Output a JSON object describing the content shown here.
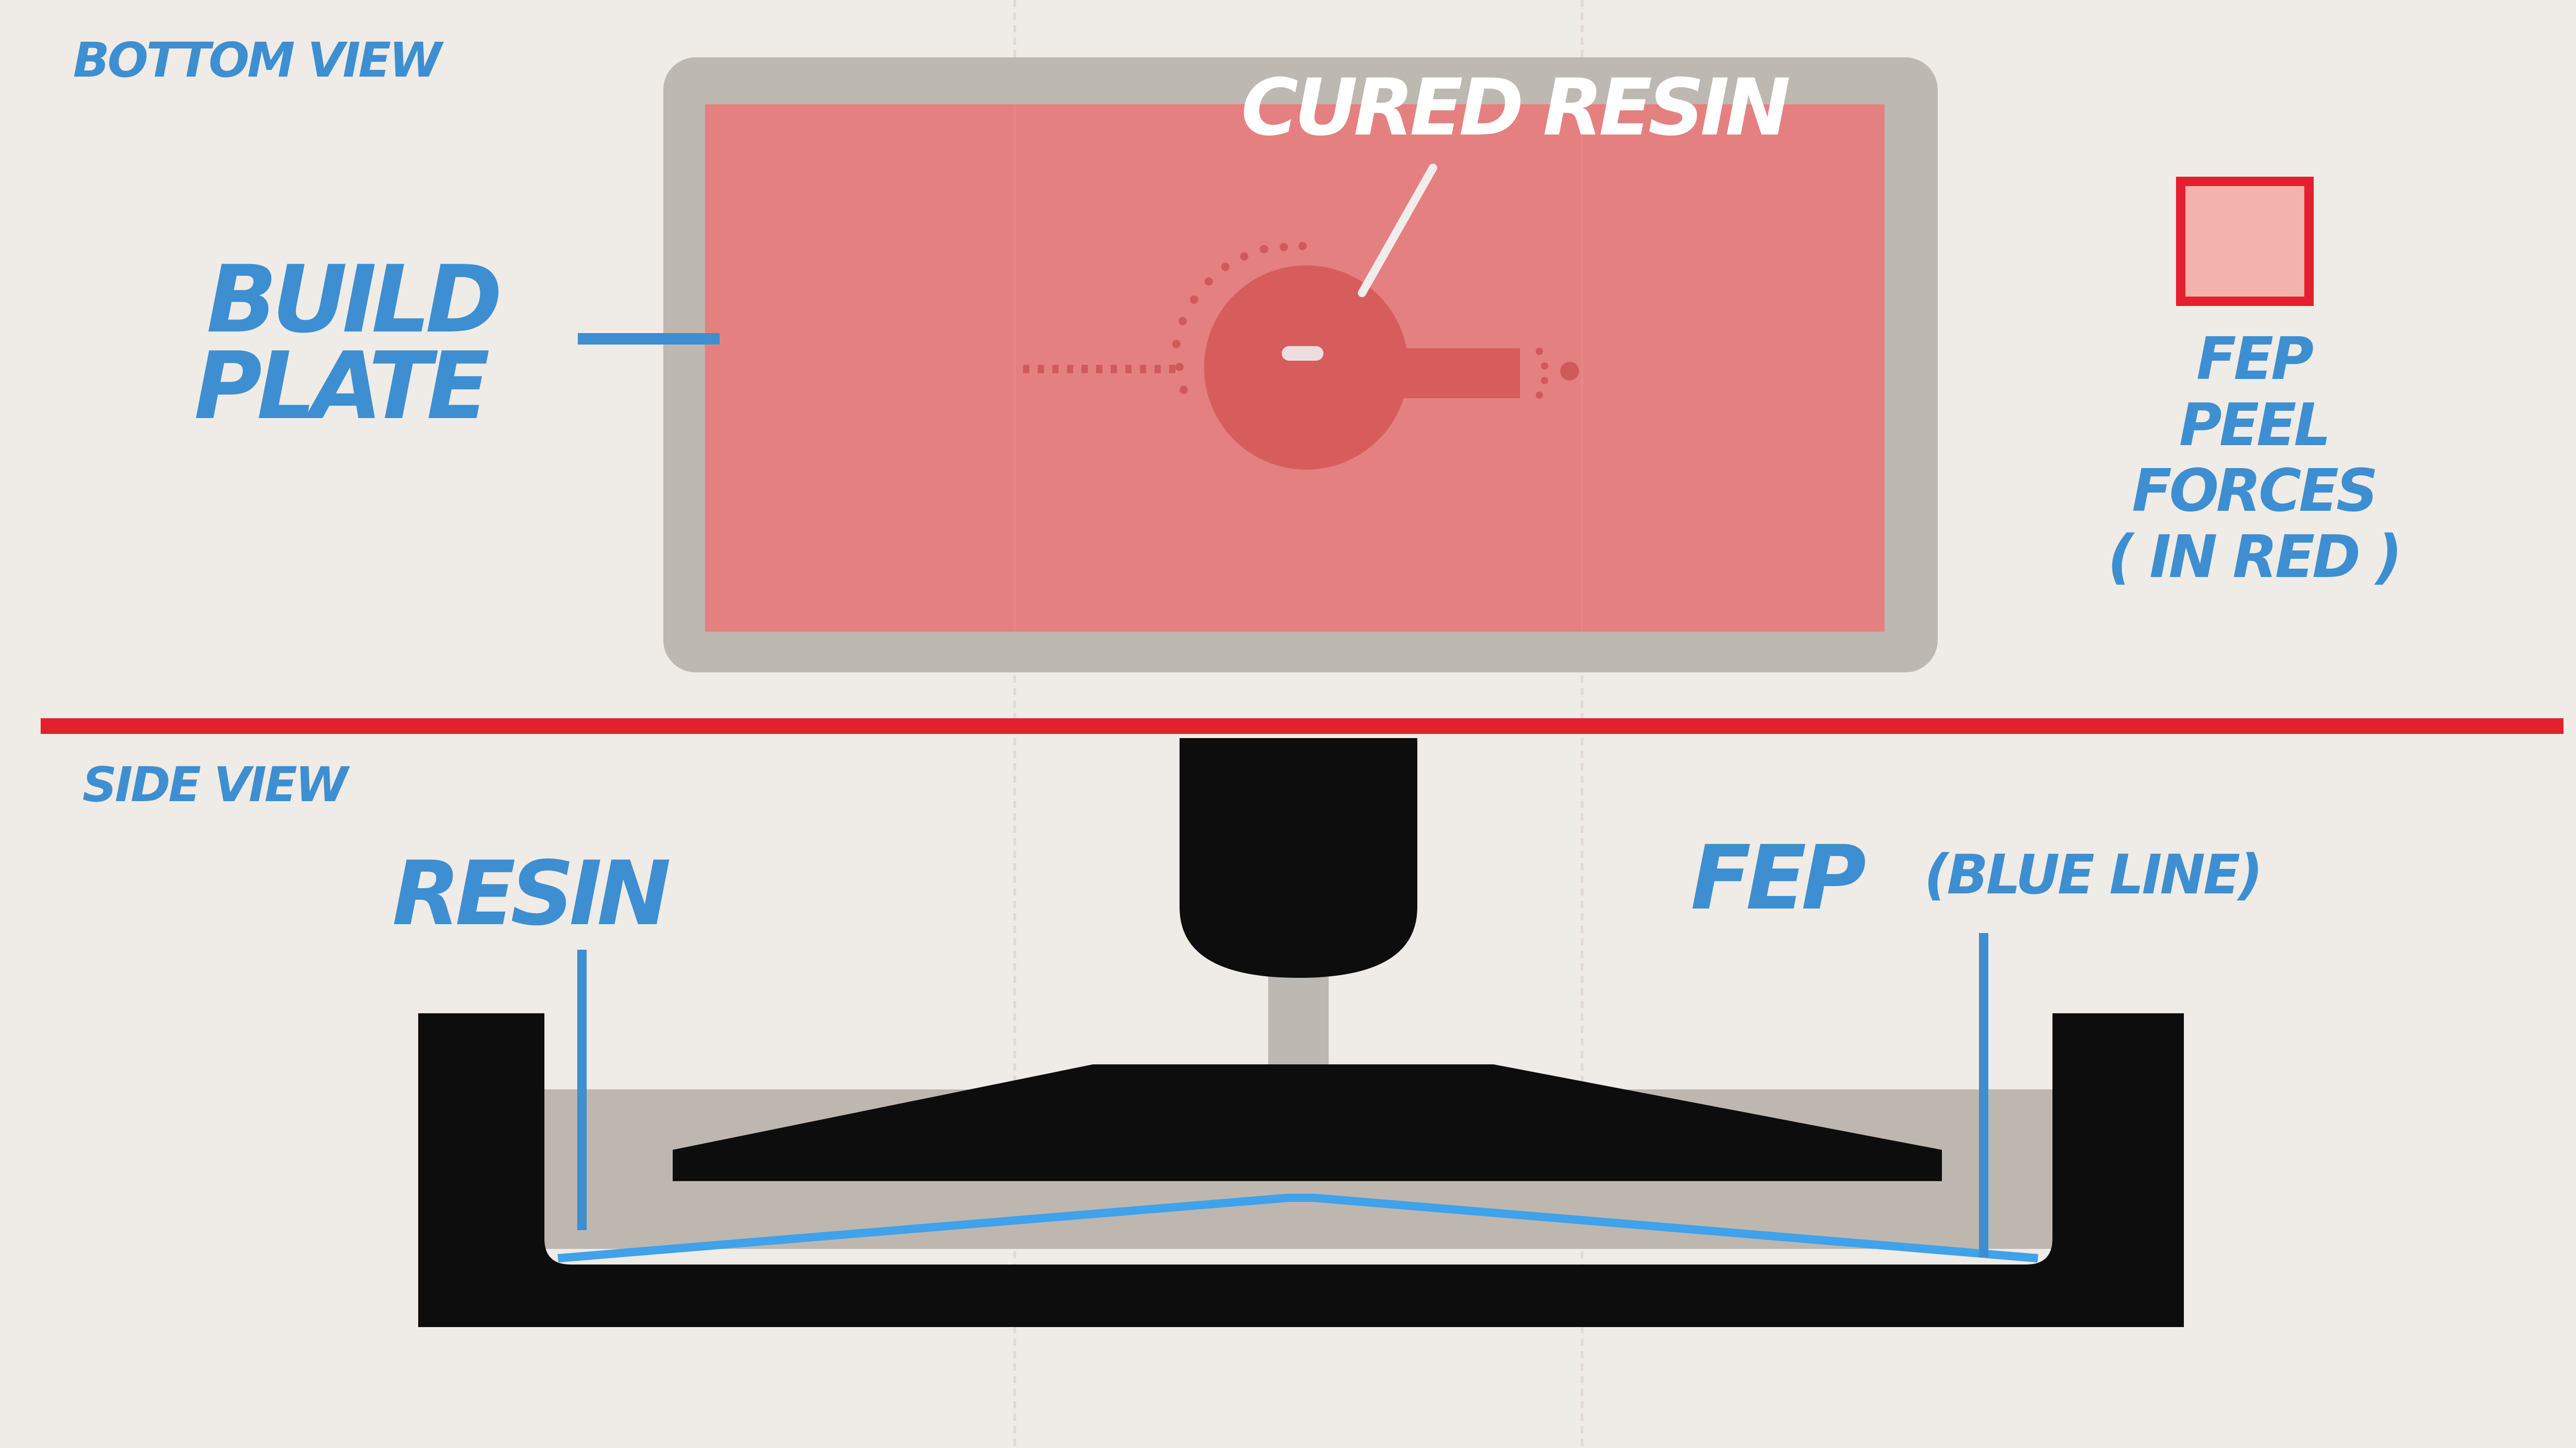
{
  "bottom_view": {
    "title": "BOTTOM VIEW",
    "build_plate_label_line1": "BUILD",
    "build_plate_label_line2": "PLATE",
    "cured_resin_label": "CURED RESIN",
    "legend": {
      "line1": "FEP",
      "line2": "PEEL",
      "line3": "FORCES",
      "line4": "( IN RED )"
    }
  },
  "side_view": {
    "title": "SIDE VIEW",
    "resin_label": "RESIN",
    "fep_label": "FEP",
    "fep_sublabel": "(BLUE LINE)"
  },
  "colors": {
    "background": "#efebe6",
    "label_blue": "#3d8fd1",
    "peel_force_red": "#e58080",
    "divider_red": "#e2202f",
    "plate_gray": "#bdb8b2",
    "vat_black": "#0d0d0d",
    "fep_blue": "#3fa2ea",
    "resin_gray": "#bdb7b0"
  }
}
